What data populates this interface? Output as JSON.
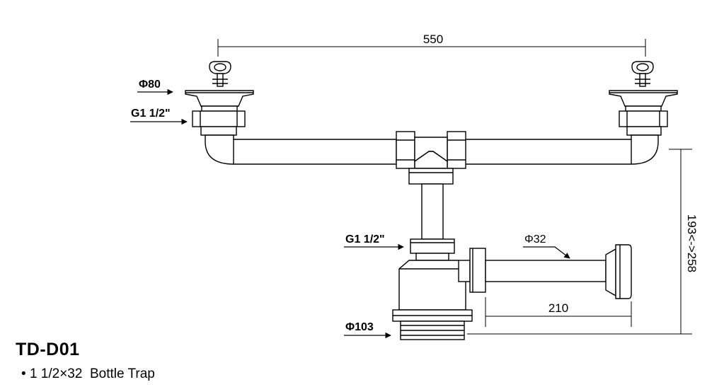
{
  "dimensions": {
    "overall_width": "550",
    "height_range": "193<->258",
    "outlet_length": "210"
  },
  "callouts": {
    "strainer_diameter": "Φ80",
    "strainer_thread": "G1 1/2\"",
    "tail_thread": "G1 1/2\"",
    "outlet_diameter": "Φ32",
    "bottle_diameter": "Φ103"
  },
  "product": {
    "model": "TD-D01",
    "bullet": "•",
    "description": "1 1/2×32  Bottle Trap"
  }
}
